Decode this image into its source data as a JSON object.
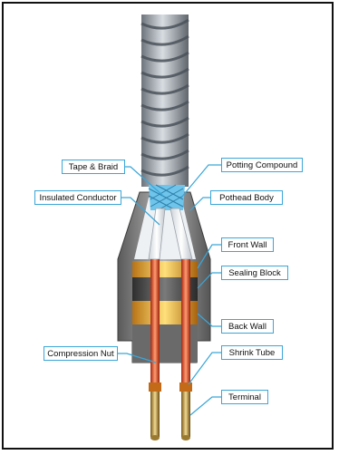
{
  "title": "",
  "labels": {
    "tape_braid": "Tape & Braid",
    "insulated_conductor": "Insulated Conductor",
    "compression_nut": "Compression Nut",
    "potting_compound": "Potting Compound",
    "pothead_body": "Pothead Body",
    "front_wall": "Front Wall",
    "sealing_block": "Sealing Block",
    "back_wall": "Back Wall",
    "shrink_tube": "Shrink Tube",
    "terminal": "Terminal"
  },
  "colors": {
    "callout_border": "#3aa6d8",
    "armor": "#9aa0a8",
    "pothead_body": "#7d7d7d",
    "sealing_block": "#4a4a4a",
    "brass": "#e8a23a",
    "conductor_jacket": "#d84a2a",
    "terminal_pin": "#c8a050"
  }
}
